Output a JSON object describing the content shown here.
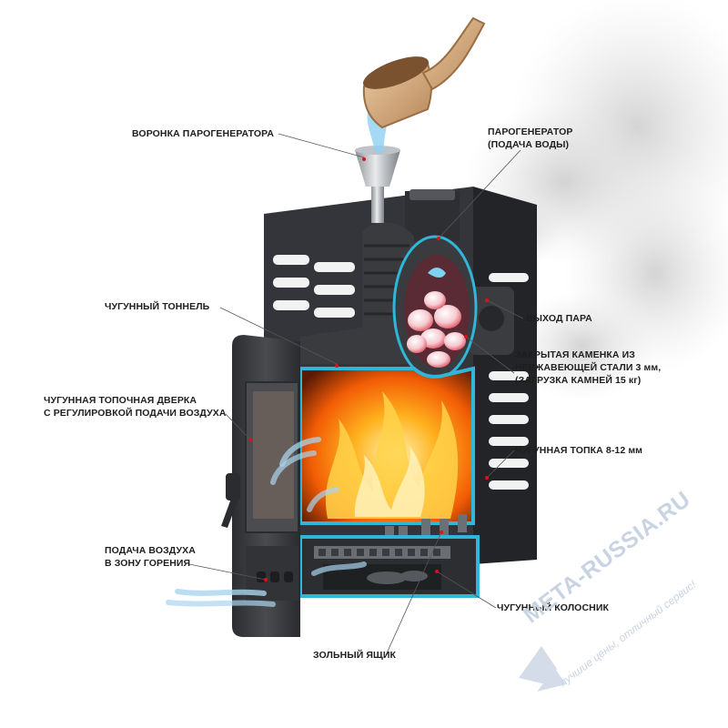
{
  "labels": {
    "funnel": "ВОРОНКА ПАРОГЕНЕРАТОРА",
    "generator_1": "ПАРОГЕНЕРАТОР",
    "generator_2": "(ПОДАЧА ВОДЫ)",
    "tunnel": "ЧУГУННЫЙ ТОННЕЛЬ",
    "steam_out": "ВЫХОД ПАРА",
    "door_1": "ЧУГУННАЯ ТОПОЧНАЯ ДВЕРКА",
    "door_2": "С  РЕГУЛИРОВКОЙ ПОДАЧИ ВОЗДУХА",
    "heater_1": "ЗАКРЫТАЯ КАМЕНКА ИЗ",
    "heater_2": "НЕРЖАВЕЮЩЕЙ СТАЛИ 3 мм,",
    "heater_3": "(ЗАГРУЗКА КАМНЕЙ 15 кг)",
    "firebox": "ЧУГУННАЯ ТОПКА 8-12 мм",
    "air_1": "ПОДАЧА ВОЗДУХА",
    "air_2": "В ЗОНУ ГОРЕНИЯ",
    "grate": "ЧУГУННЫЙ КОЛОСНИК",
    "ash_box": "ЗОЛЬНЫЙ ЯЩИК"
  },
  "watermark": {
    "brand": "META-RUSSIA.RU",
    "slogan": "лучшие цены, отличный сервис!"
  },
  "colors": {
    "cast_iron": "#3a3b3e",
    "cut_edge": "#2fb6d8",
    "fire": "#ff7a0a",
    "leader": "#555555",
    "marker": "#e0101a"
  }
}
